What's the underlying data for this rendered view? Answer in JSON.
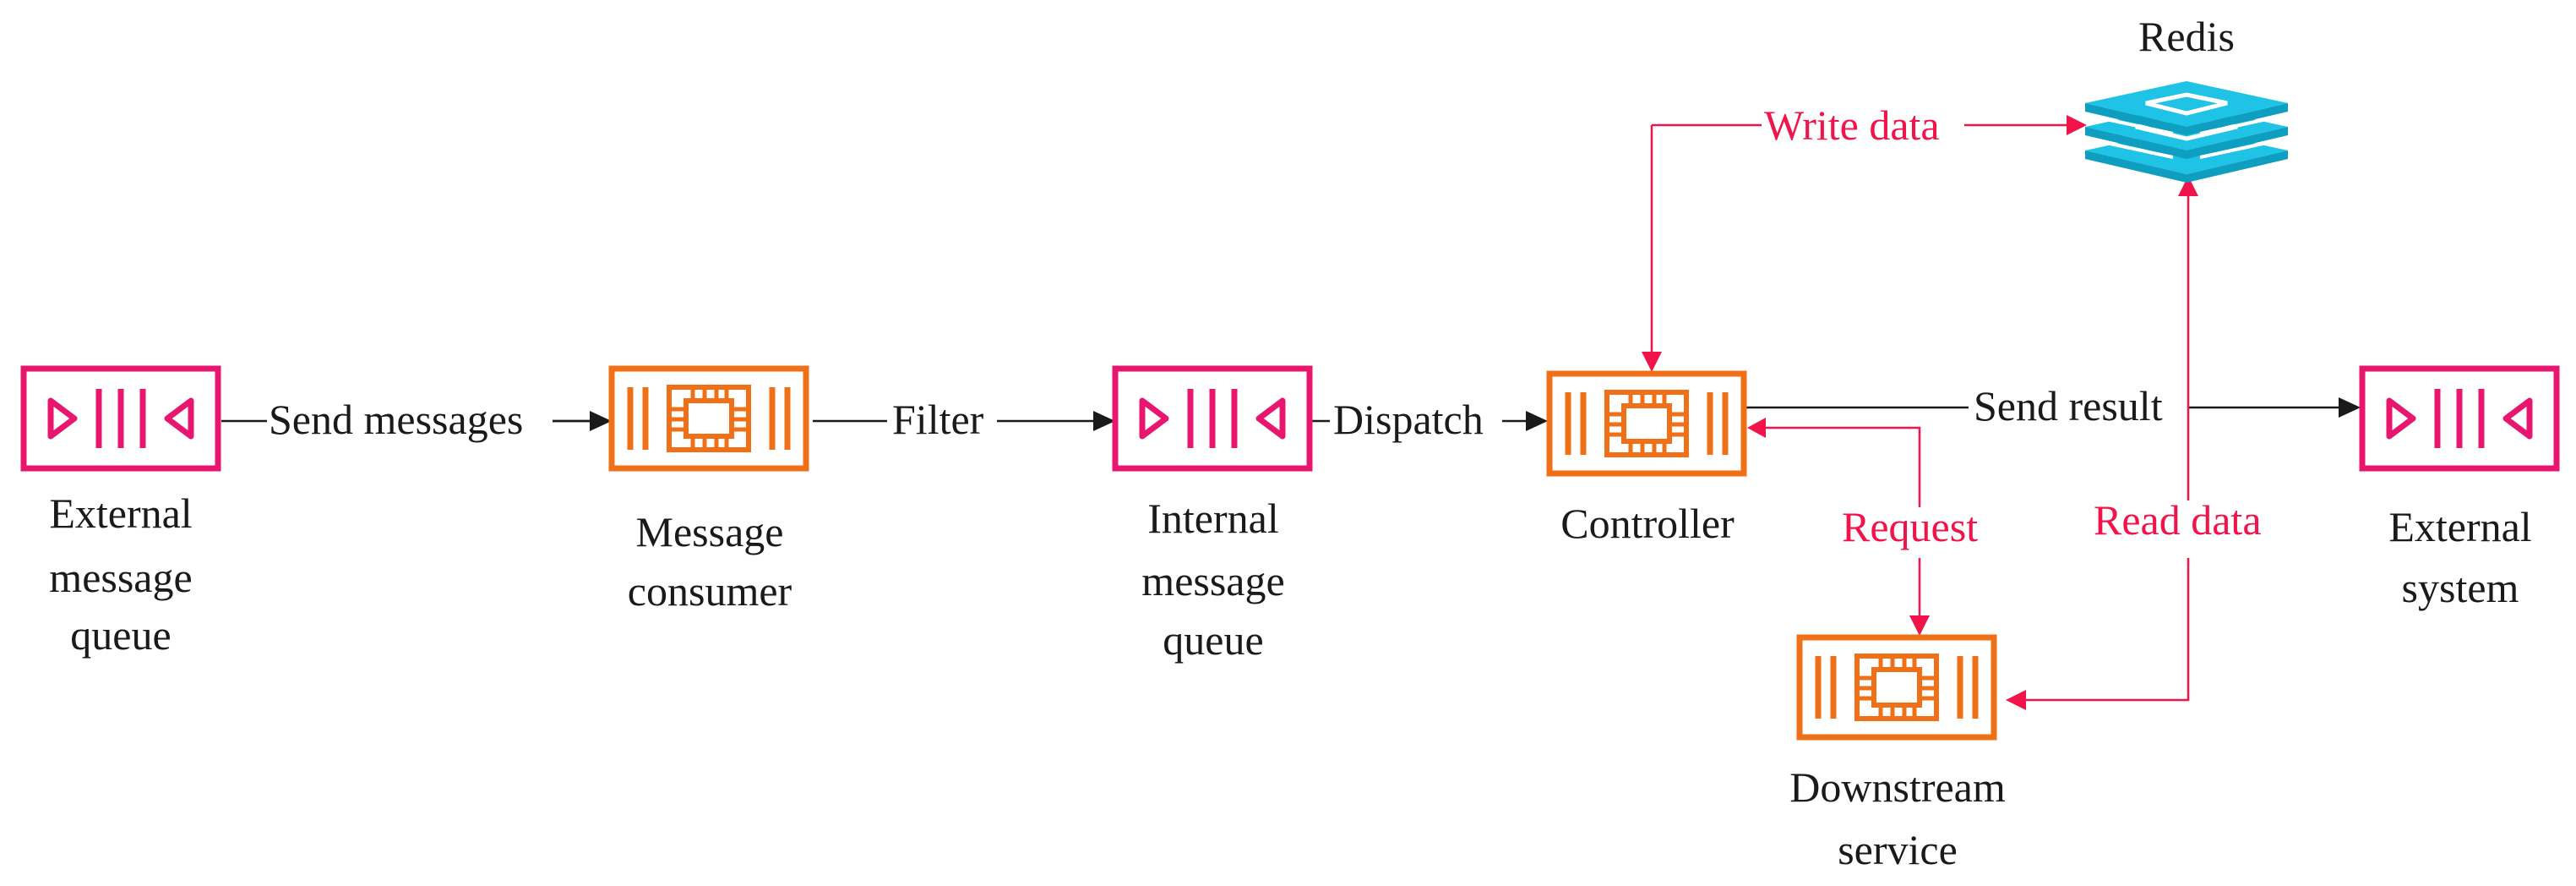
{
  "colors": {
    "queue_pink": "#e8166e",
    "compute_orange": "#f07018",
    "red_flow": "#f0144a",
    "black_flow": "#1a1a1a",
    "redis_cyan": "#1ec3e6"
  },
  "nodes": {
    "external_queue": {
      "icon": "message-queue-icon",
      "label_lines": [
        "External",
        "message",
        "queue"
      ]
    },
    "message_consumer": {
      "icon": "compute-chip-icon",
      "label_lines": [
        "Message",
        "consumer"
      ]
    },
    "internal_queue": {
      "icon": "message-queue-icon",
      "label_lines": [
        "Internal",
        "message",
        "queue"
      ]
    },
    "controller": {
      "icon": "compute-chip-icon",
      "label_lines": [
        "Controller"
      ]
    },
    "redis": {
      "icon": "redis-icon",
      "label_lines": [
        "Redis"
      ]
    },
    "external_system": {
      "icon": "message-queue-icon",
      "label_lines": [
        "External",
        "system"
      ]
    },
    "downstream_service": {
      "icon": "compute-chip-icon",
      "label_lines": [
        "Downstream",
        "service"
      ]
    }
  },
  "edges": {
    "send_messages": "Send messages",
    "filter": "Filter",
    "dispatch": "Dispatch",
    "send_result": "Send result",
    "write_data": "Write data",
    "request": "Request",
    "read_data": "Read data"
  }
}
